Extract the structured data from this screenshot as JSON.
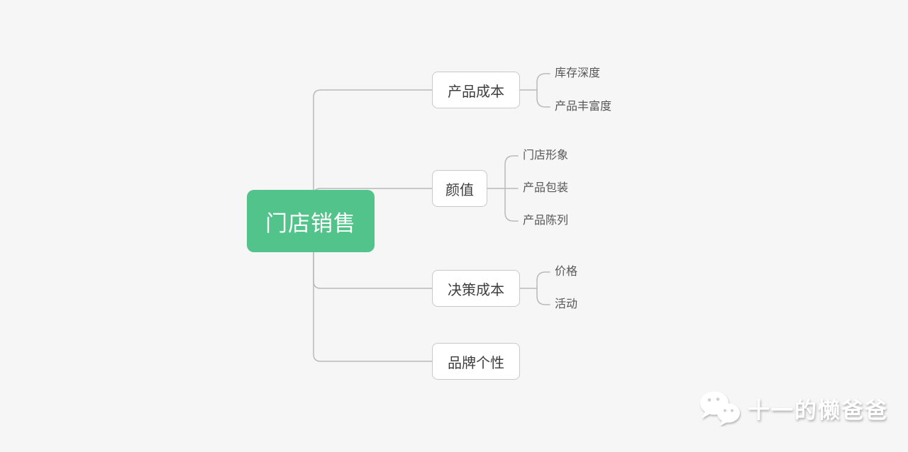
{
  "canvas": {
    "background": "#f6f6f6",
    "connector_color": "#b9b9b9"
  },
  "mindmap": {
    "root": {
      "label": "门店销售",
      "fill": "#52c38a",
      "text_color": "#ffffff"
    },
    "branches": [
      {
        "label": "产品成本",
        "children": [
          "库存深度",
          "产品丰富度"
        ]
      },
      {
        "label": "颜值",
        "children": [
          "门店形象",
          "产品包装",
          "产品陈列"
        ]
      },
      {
        "label": "决策成本",
        "children": [
          "价格",
          "活动"
        ]
      },
      {
        "label": "品牌个性",
        "children": []
      }
    ]
  },
  "watermark": {
    "icon": "wechat-logo",
    "text": "十一的懒爸爸"
  }
}
